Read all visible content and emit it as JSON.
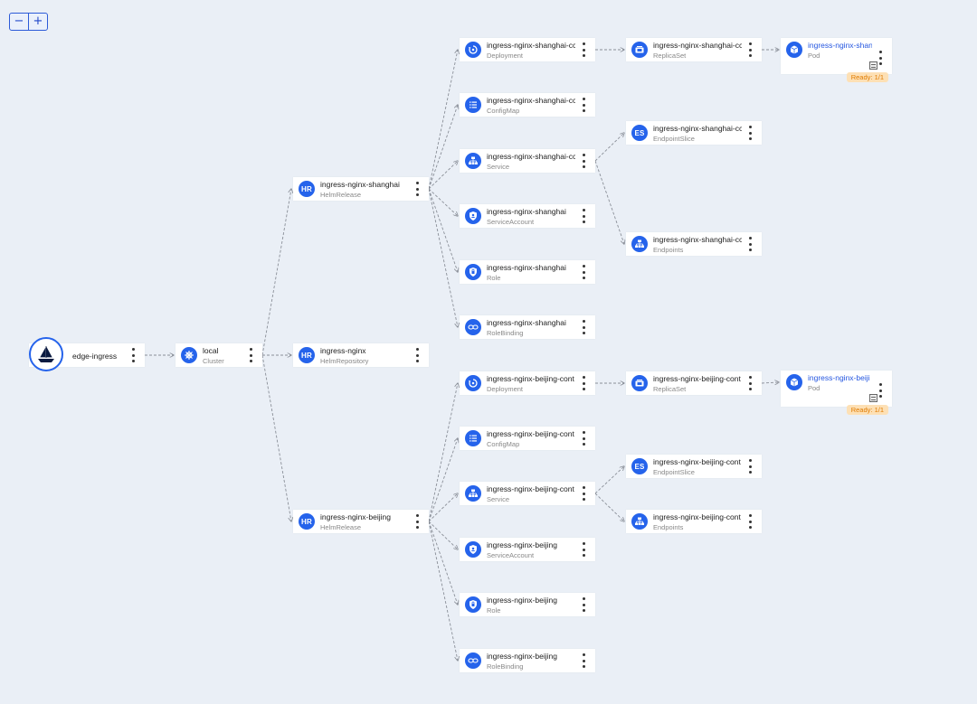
{
  "zoom": {
    "minus": "−",
    "plus": "+"
  },
  "nodes": [
    {
      "id": "root",
      "name": "edge-ingress",
      "kind": "",
      "icon": "boat-icon",
      "type": "root"
    },
    {
      "id": "cluster",
      "name": "local",
      "kind": "Cluster",
      "icon": "kubernetes-helm-icon"
    },
    {
      "id": "hr_sh",
      "name": "ingress-nginx-shanghai",
      "kind": "HelmRelease",
      "icon": "hr-badge-icon",
      "iconText": "HR"
    },
    {
      "id": "hrepo",
      "name": "ingress-nginx",
      "kind": "HelmRepository",
      "icon": "hr-badge-icon",
      "iconText": "HR"
    },
    {
      "id": "hr_bj",
      "name": "ingress-nginx-beijing",
      "kind": "HelmRelease",
      "icon": "hr-badge-icon",
      "iconText": "HR"
    },
    {
      "id": "sh_deploy",
      "name": "ingress-nginx-shanghai-cc",
      "kind": "Deployment",
      "icon": "deployment-icon"
    },
    {
      "id": "sh_cm",
      "name": "ingress-nginx-shanghai-cc",
      "kind": "ConfigMap",
      "icon": "configmap-icon"
    },
    {
      "id": "sh_svc",
      "name": "ingress-nginx-shanghai-cc",
      "kind": "Service",
      "icon": "service-icon"
    },
    {
      "id": "sh_sa",
      "name": "ingress-nginx-shanghai",
      "kind": "ServiceAccount",
      "icon": "service-account-icon"
    },
    {
      "id": "sh_role",
      "name": "ingress-nginx-shanghai",
      "kind": "Role",
      "icon": "role-icon"
    },
    {
      "id": "sh_rb",
      "name": "ingress-nginx-shanghai",
      "kind": "RoleBinding",
      "icon": "rolebinding-icon"
    },
    {
      "id": "sh_rs",
      "name": "ingress-nginx-shanghai-cc",
      "kind": "ReplicaSet",
      "icon": "replicaset-icon"
    },
    {
      "id": "sh_es",
      "name": "ingress-nginx-shanghai-cc",
      "kind": "EndpointSlice",
      "icon": "es-badge-icon",
      "iconText": "ES"
    },
    {
      "id": "sh_ep",
      "name": "ingress-nginx-shanghai-cc",
      "kind": "Endpoints",
      "icon": "endpoints-icon"
    },
    {
      "id": "sh_pod",
      "name": "ingress-nginx-shan",
      "kind": "Pod",
      "icon": "pod-icon",
      "type": "pod",
      "status": "Ready: 1/1"
    },
    {
      "id": "bj_deploy",
      "name": "ingress-nginx-beijing-cont",
      "kind": "Deployment",
      "icon": "deployment-icon"
    },
    {
      "id": "bj_cm",
      "name": "ingress-nginx-beijing-cont",
      "kind": "ConfigMap",
      "icon": "configmap-icon"
    },
    {
      "id": "bj_svc",
      "name": "ingress-nginx-beijing-cont",
      "kind": "Service",
      "icon": "service-icon"
    },
    {
      "id": "bj_sa",
      "name": "ingress-nginx-beijing",
      "kind": "ServiceAccount",
      "icon": "service-account-icon"
    },
    {
      "id": "bj_role",
      "name": "ingress-nginx-beijing",
      "kind": "Role",
      "icon": "role-icon"
    },
    {
      "id": "bj_rb",
      "name": "ingress-nginx-beijing",
      "kind": "RoleBinding",
      "icon": "rolebinding-icon"
    },
    {
      "id": "bj_rs",
      "name": "ingress-nginx-beijing-cont",
      "kind": "ReplicaSet",
      "icon": "replicaset-icon"
    },
    {
      "id": "bj_es",
      "name": "ingress-nginx-beijing-cont",
      "kind": "EndpointSlice",
      "icon": "es-badge-icon",
      "iconText": "ES"
    },
    {
      "id": "bj_ep",
      "name": "ingress-nginx-beijing-cont",
      "kind": "Endpoints",
      "icon": "endpoints-icon"
    },
    {
      "id": "bj_pod",
      "name": "ingress-nginx-beiji",
      "kind": "Pod",
      "icon": "pod-icon",
      "type": "pod",
      "status": "Ready: 1/1"
    }
  ],
  "edges": [
    [
      "root",
      "cluster"
    ],
    [
      "cluster",
      "hr_sh"
    ],
    [
      "cluster",
      "hrepo"
    ],
    [
      "cluster",
      "hr_bj"
    ],
    [
      "hr_sh",
      "sh_deploy"
    ],
    [
      "hr_sh",
      "sh_cm"
    ],
    [
      "hr_sh",
      "sh_svc"
    ],
    [
      "hr_sh",
      "sh_sa"
    ],
    [
      "hr_sh",
      "sh_role"
    ],
    [
      "hr_sh",
      "sh_rb"
    ],
    [
      "sh_deploy",
      "sh_rs"
    ],
    [
      "sh_rs",
      "sh_pod"
    ],
    [
      "sh_svc",
      "sh_es"
    ],
    [
      "sh_svc",
      "sh_ep"
    ],
    [
      "hr_bj",
      "bj_deploy"
    ],
    [
      "hr_bj",
      "bj_cm"
    ],
    [
      "hr_bj",
      "bj_svc"
    ],
    [
      "hr_bj",
      "bj_sa"
    ],
    [
      "hr_bj",
      "bj_role"
    ],
    [
      "hr_bj",
      "bj_rb"
    ],
    [
      "bj_deploy",
      "bj_rs"
    ],
    [
      "bj_rs",
      "bj_pod"
    ],
    [
      "bj_svc",
      "bj_es"
    ],
    [
      "bj_svc",
      "bj_ep"
    ]
  ]
}
